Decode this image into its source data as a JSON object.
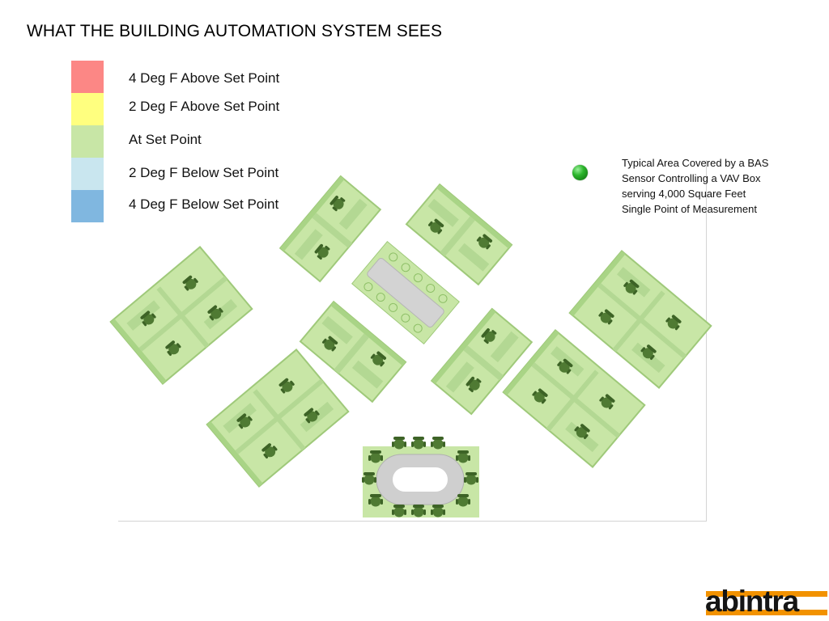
{
  "title": "WHAT THE BUILDING AUTOMATION SYSTEM SEES",
  "legend": [
    {
      "label": "4 Deg F Above Set Point",
      "color": "#fc8785"
    },
    {
      "label": "2 Deg F Above Set Point",
      "color": "#ffff7f"
    },
    {
      "label": "At Set Point",
      "color": "#c8e6a6"
    },
    {
      "label": "2 Deg F Below Set Point",
      "color": "#c9e6ef"
    },
    {
      "label": "4 Deg F Below Set Point",
      "color": "#80b7e0"
    }
  ],
  "note": {
    "lines": [
      "Typical Area Covered by a BAS",
      "Sensor Controlling a VAV Box",
      "serving 4,000 Square Feet",
      "Single Point of Measurement"
    ],
    "sensor_color": "#2cb52c"
  },
  "zone_color": "#c8e6a6",
  "logo": {
    "text": "abintra",
    "accent_color": "#f29200"
  }
}
